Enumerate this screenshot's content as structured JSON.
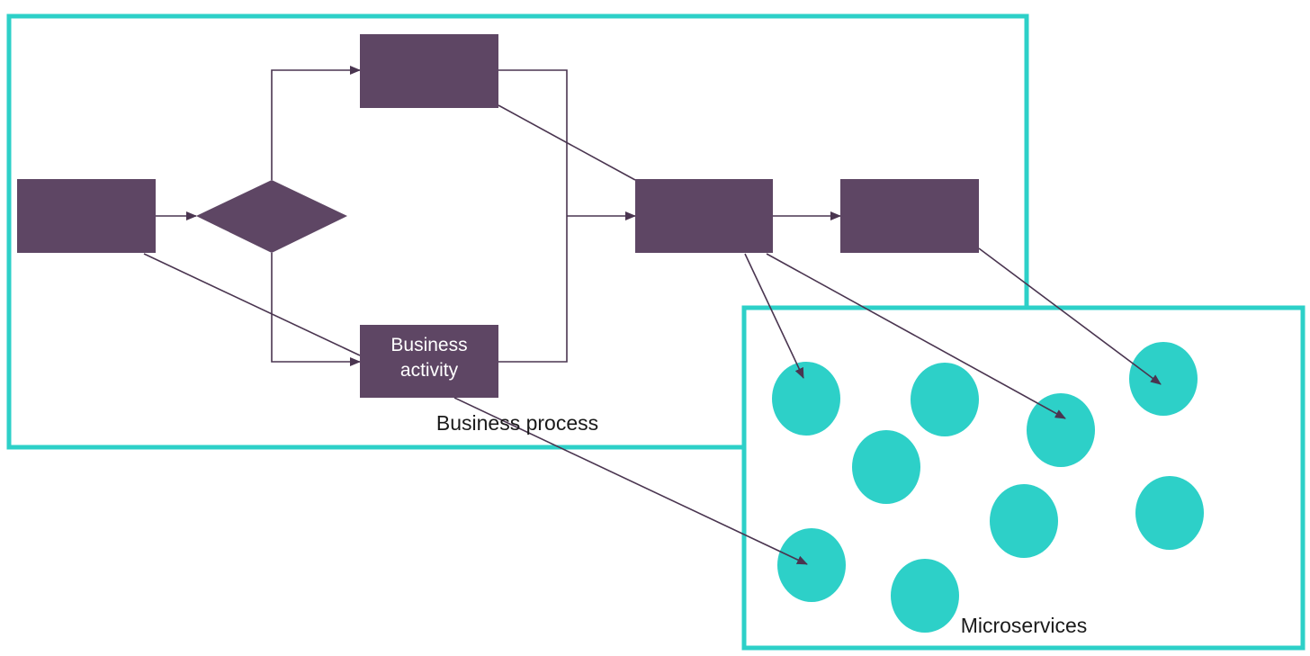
{
  "colors": {
    "frame": "#2dd0c8",
    "node": "#5e4664",
    "node_text": "#ffffff",
    "edge": "#4a3550",
    "label": "#1a1a1a",
    "microservice": "#2dd0c8",
    "background": "#ffffff"
  },
  "business_process": {
    "label": "Business process",
    "activity_label_line1": "Business",
    "activity_label_line2": "activity"
  },
  "microservices": {
    "label": "Microservices"
  }
}
